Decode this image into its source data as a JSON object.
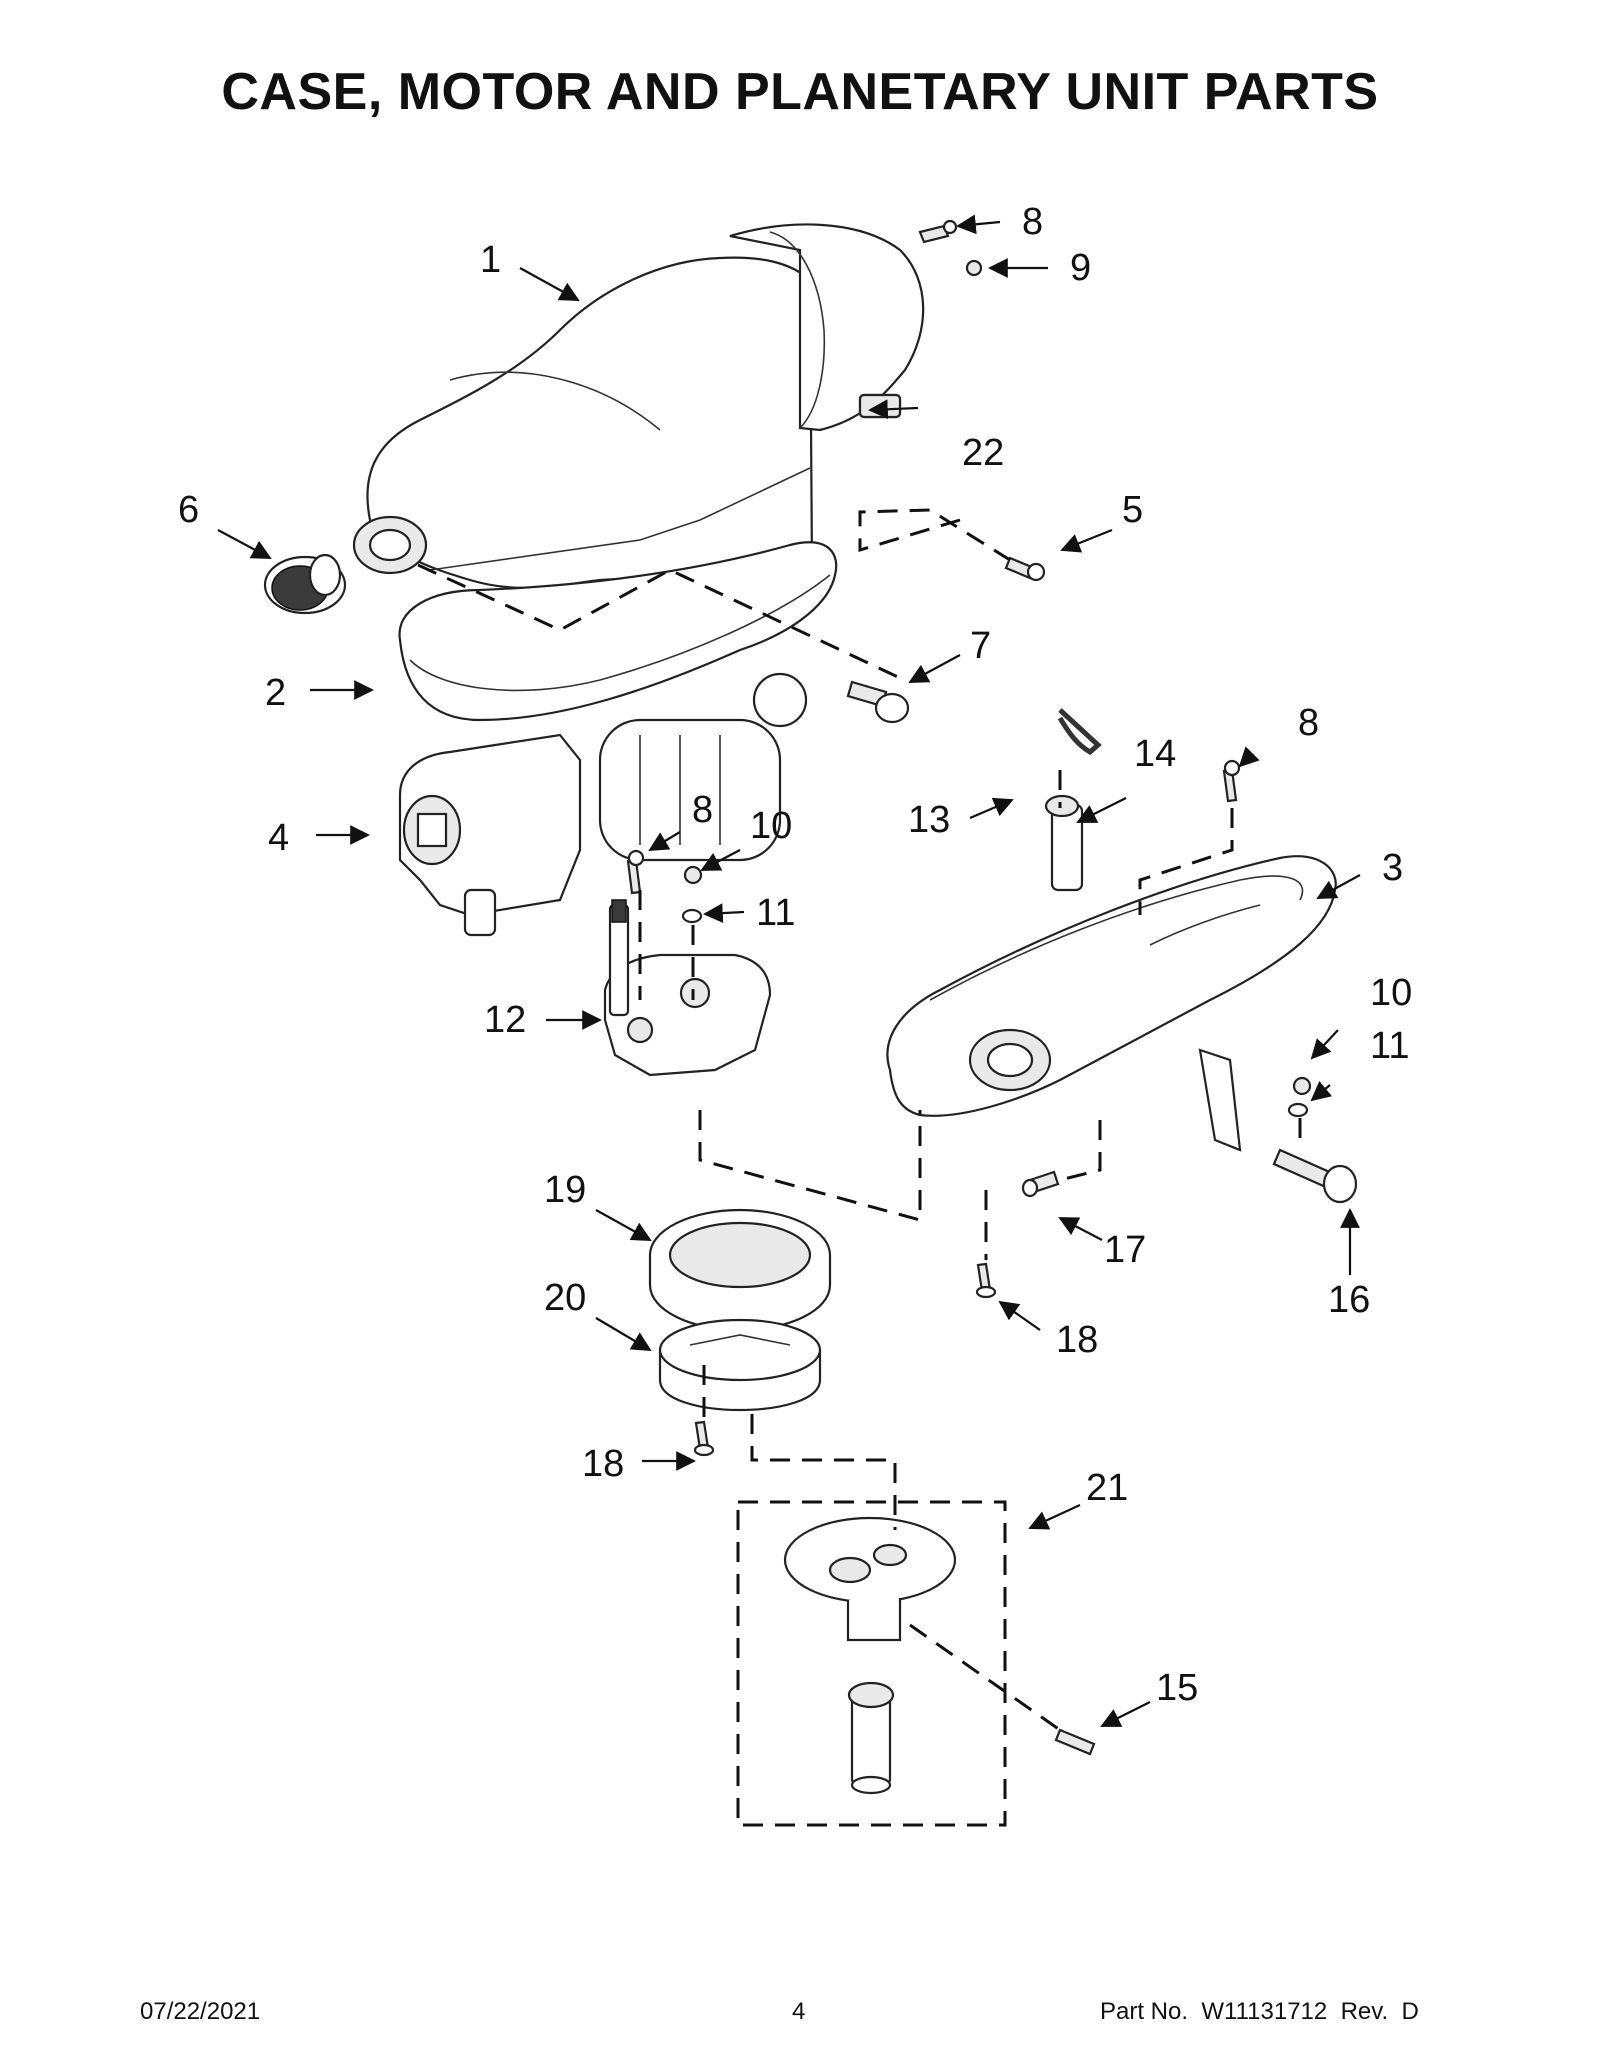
{
  "title": "CASE, MOTOR AND PLANETARY UNIT PARTS",
  "callouts": {
    "c1": "1",
    "c2": "2",
    "c3": "3",
    "c4": "4",
    "c5": "5",
    "c6": "6",
    "c7": "7",
    "c8a": "8",
    "c8b": "8",
    "c8c": "8",
    "c9": "9",
    "c10a": "10",
    "c10b": "10",
    "c11a": "11",
    "c11b": "11",
    "c12": "12",
    "c13": "13",
    "c14": "14",
    "c15": "15",
    "c16": "16",
    "c17": "17",
    "c18a": "18",
    "c18b": "18",
    "c19": "19",
    "c20": "20",
    "c21": "21",
    "c22": "22"
  },
  "footer": {
    "date": "07/22/2021",
    "page": "4",
    "part_no": "Part No.  W11131712  Rev.  D"
  }
}
